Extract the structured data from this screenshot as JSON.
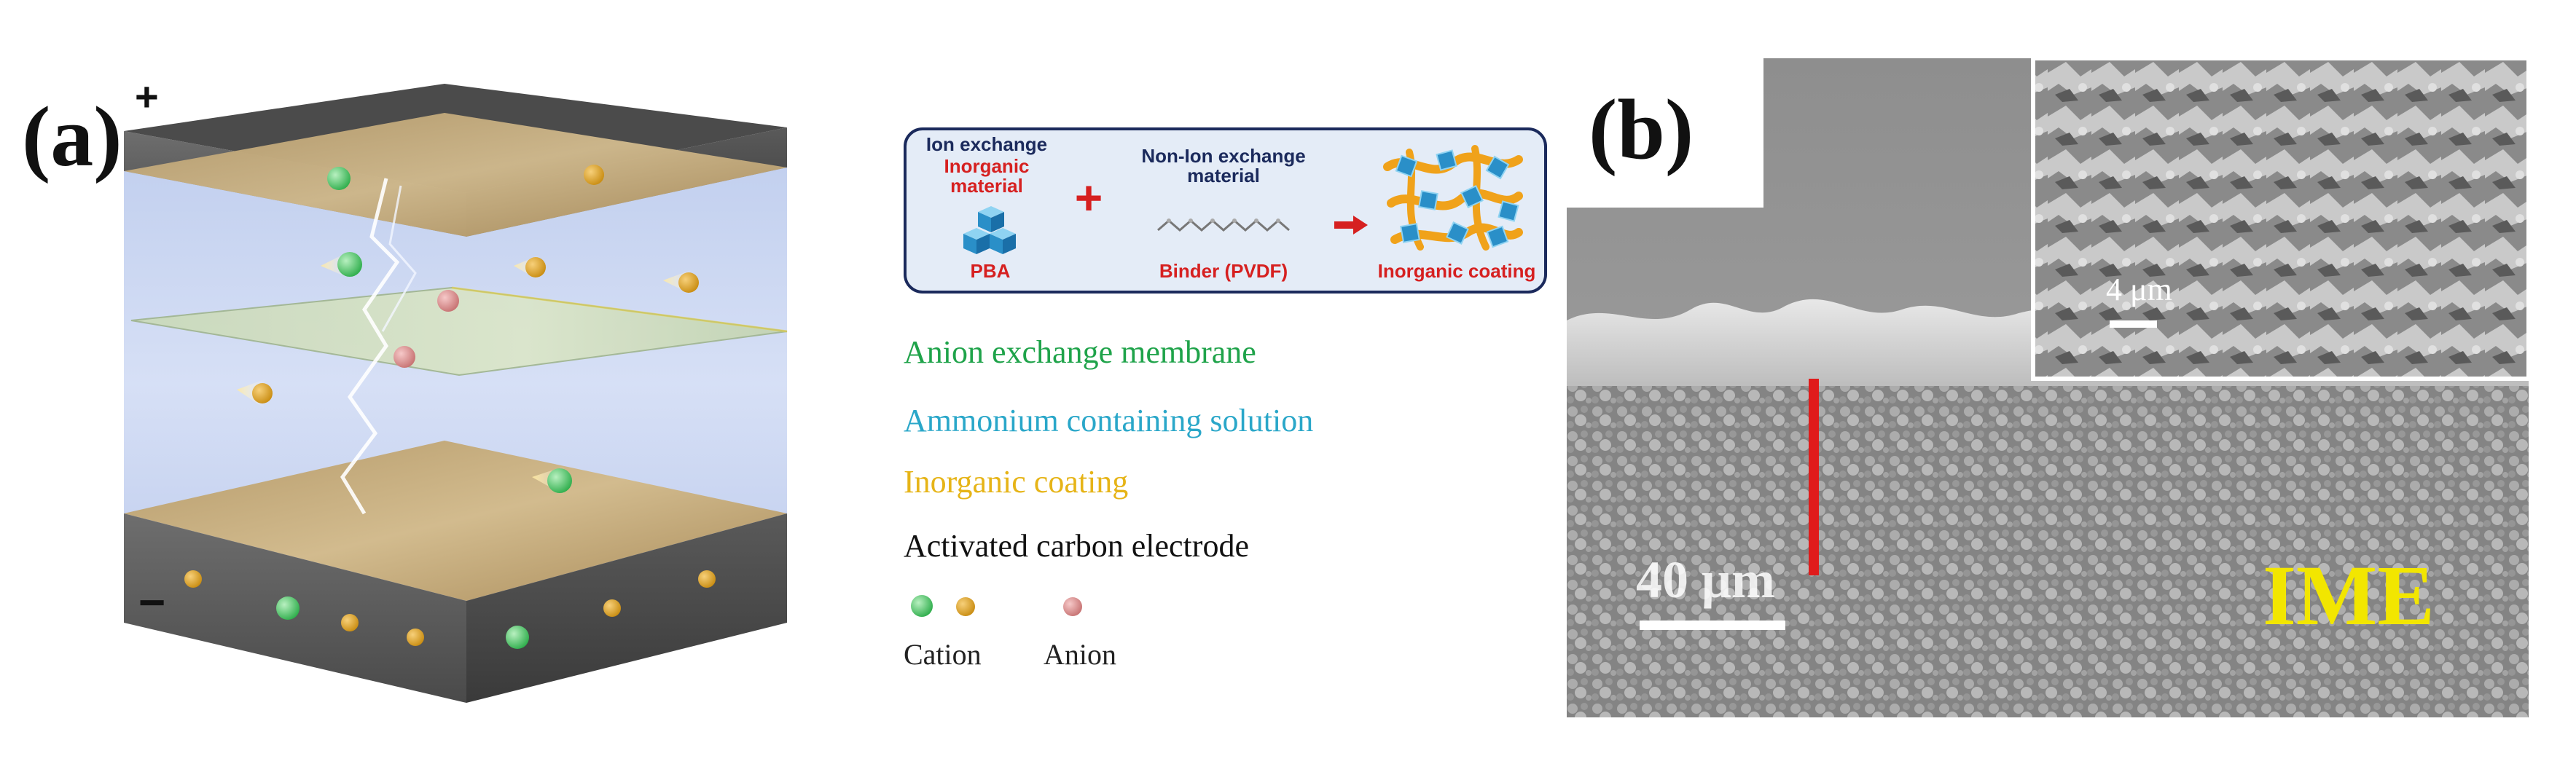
{
  "panel_a": {
    "label": "(a)",
    "positive_sign": "+",
    "negative_sign": "−"
  },
  "scheme_box": {
    "ion_exchange_title": "Ion exchange",
    "inorganic_material": "Inorganic material",
    "pba": "PBA",
    "plus": "+",
    "non_ion_exchange_title": "Non-Ion exchange material",
    "binder": "Binder (PVDF)",
    "inorganic_coating": "Inorganic coating"
  },
  "legend": {
    "anion_exchange_membrane": "Anion exchange membrane",
    "ammonium_solution": "Ammonium containing solution",
    "inorganic_coating": "Inorganic coating",
    "activated_carbon_electrode": "Activated carbon electrode",
    "cation": "Cation",
    "anion": "Anion"
  },
  "panel_b": {
    "label": "(b)",
    "scale_main": "40 μm",
    "scale_inset": "4 μm",
    "ime": "IME"
  },
  "colors": {
    "membrane_green": "#1fa34a",
    "solution_blue": "#2aa7c9",
    "coating_yellow": "#e6b417",
    "cation_green": "#3dbf55",
    "cation_orange": "#d99a1c",
    "anion_pink": "#d98c8c",
    "scale_red": "#e01b1b",
    "ime_yellow": "#f2e600",
    "scheme_red": "#d62020"
  }
}
